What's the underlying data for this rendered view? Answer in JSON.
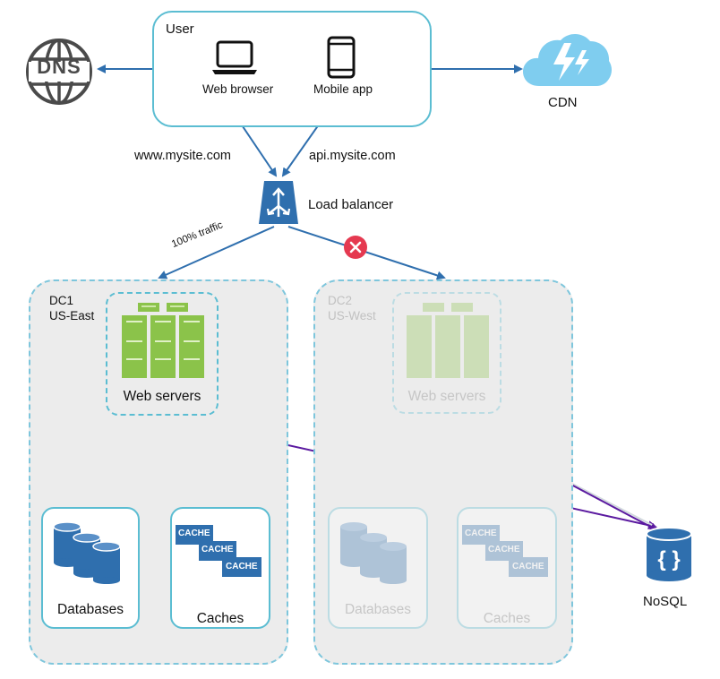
{
  "user": {
    "title": "User",
    "web_browser": "Web browser",
    "mobile_app": "Mobile app"
  },
  "dns": {
    "label": "DNS"
  },
  "cdn": {
    "label": "CDN"
  },
  "domains": {
    "web": "www.mysite.com",
    "api": "api.mysite.com"
  },
  "load_balancer": {
    "label": "Load balancer",
    "traffic_label": "100% traffic"
  },
  "dc1": {
    "name": "DC1",
    "region": "US-East",
    "web_servers": "Web servers",
    "databases": "Databases",
    "caches": "Caches",
    "cache_tag": "CACHE"
  },
  "dc2": {
    "name": "DC2",
    "region": "US-West",
    "web_servers": "Web servers",
    "databases": "Databases",
    "caches": "Caches",
    "cache_tag": "CACHE"
  },
  "nosql": {
    "label": "NoSQL"
  },
  "colors": {
    "accent_blue": "#2f6fae",
    "server_green": "#8bc34a",
    "box_border": "#5bbdd2",
    "dc_fill": "#ececec",
    "purple_link": "#5b1aa0",
    "green_link": "#1e7d1e",
    "error_red": "#e53950",
    "cdn_cloud": "#7fcdef"
  }
}
